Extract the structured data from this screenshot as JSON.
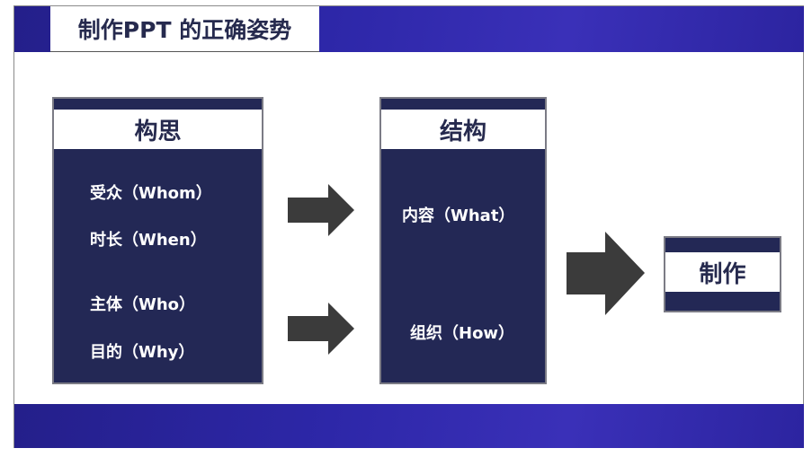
{
  "title": "制作PPT 的正确姿势",
  "boxes": {
    "idea": {
      "header": "构思",
      "items": [
        "受众（Whom）",
        "时长（When）",
        "主体（Who）",
        "目的（Why）"
      ]
    },
    "structure": {
      "header": "结构",
      "items": [
        "内容（What）",
        "组织（How）"
      ]
    },
    "make": {
      "header": "制作"
    }
  },
  "colors": {
    "band": "#2d27a8",
    "box": "#232855",
    "arrow": "#3b3b3b",
    "text": "#262a4e"
  }
}
